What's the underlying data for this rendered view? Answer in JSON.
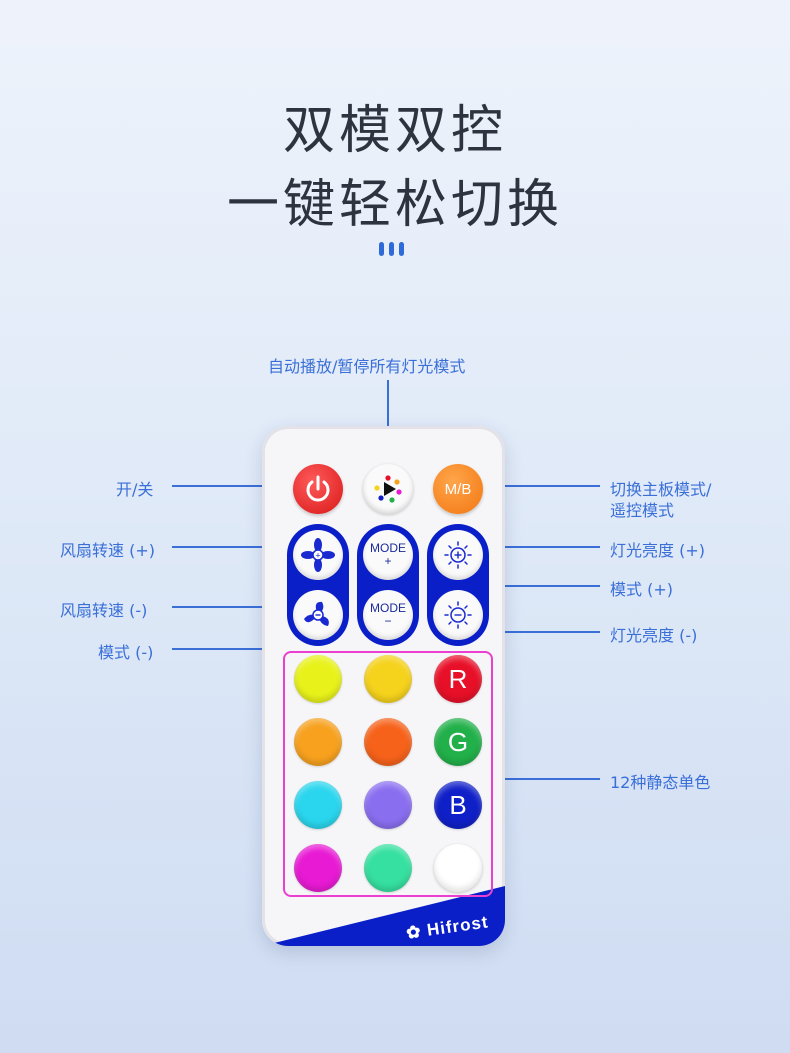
{
  "heading": {
    "line1": "双模双控",
    "line2": "一键轻松切换"
  },
  "labels": {
    "autoplay": "自动播放/暂停所有灯光模式",
    "power": "开/关",
    "switch_mode_1": "切换主板模式/",
    "switch_mode_2": "遥控模式",
    "fan_plus": "风扇转速 (+)",
    "fan_minus": "风扇转速 (-)",
    "mode_minus_left": "模式 (-)",
    "brightness_plus": "灯光亮度 (+)",
    "mode_plus": "模式 (+)",
    "brightness_minus": "灯光亮度 (-)",
    "static_colors": "12种静态单色"
  },
  "remote": {
    "mb_label": "M/B",
    "mode_label": "MODE",
    "plus": "+",
    "minus": "−",
    "brand": "Hifrost",
    "color_buttons": [
      {
        "color": "#e8f21a",
        "text": ""
      },
      {
        "color": "#f5d21c",
        "text": ""
      },
      {
        "color": "#e81028",
        "text": "R"
      },
      {
        "color": "#f7a11e",
        "text": ""
      },
      {
        "color": "#f6621a",
        "text": ""
      },
      {
        "color": "#22b04a",
        "text": "G"
      },
      {
        "color": "#2ad6ee",
        "text": ""
      },
      {
        "color": "#8a6ef0",
        "text": ""
      },
      {
        "color": "#1020c8",
        "text": "B"
      },
      {
        "color": "#e81ad4",
        "text": ""
      },
      {
        "color": "#35e0a0",
        "text": ""
      },
      {
        "color": "#ffffff",
        "text": ""
      }
    ]
  },
  "colors": {
    "accent": "#3a6fd8",
    "remote_blue": "#0b1fc8",
    "highlight_box": "#ea3fd0",
    "power_red": "#e82828",
    "mb_orange": "#f7821e"
  }
}
